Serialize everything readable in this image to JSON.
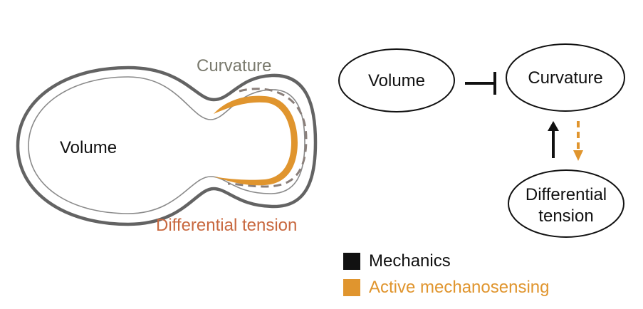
{
  "cell_labels": {
    "volume": "Volume",
    "curvature": "Curvature",
    "differential_tension": "Differential tension"
  },
  "nodes": {
    "volume": "Volume",
    "curvature": "Curvature",
    "differential_tension_line1": "Differential",
    "differential_tension_line2": "tension"
  },
  "legend": [
    {
      "label": "Mechanics",
      "color": "#111111"
    },
    {
      "label": "Active mechanosensing",
      "color": "#e0952e"
    }
  ],
  "colors": {
    "membrane_outer": "#636363",
    "membrane_inner": "#8a8a8a",
    "curvature_label": "#7a7a6e",
    "tension_label": "#c8683f",
    "mechanosensing": "#e0952e",
    "mechanics": "#111111"
  }
}
